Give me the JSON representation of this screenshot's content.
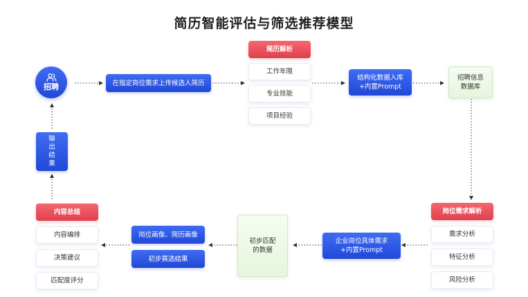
{
  "title": "简历智能评估与筛选推荐模型",
  "colors": {
    "blue": "#2f5be8",
    "red": "#ea4f5b",
    "green_bg": "#e9f7e1",
    "connector": "#333333"
  },
  "recruit": {
    "label": "招聘",
    "icon": "users-icon"
  },
  "upload": "在指定岗位需求上传候选人简历",
  "resume_parse": {
    "header": "简历解析",
    "items": [
      "工作年限",
      "专业技能",
      "项目经验"
    ]
  },
  "structured_storage": {
    "line1": "结构化数据入库",
    "line2": "+内置Prompt"
  },
  "recruit_db": {
    "line1": "招聘信息",
    "line2": "数据库"
  },
  "output_result": [
    "输",
    "出",
    "结",
    "果"
  ],
  "job_parse": {
    "header": "岗位需求解析",
    "items": [
      "需求分析",
      "特征分析",
      "风险分析"
    ]
  },
  "enterprise_requirement": {
    "line1": "企业岗位具体需求",
    "line2": "+内置Prompt"
  },
  "initial_match": {
    "line1": "初步匹配",
    "line2": "的数据"
  },
  "profiles": "岗位画像、简历画像",
  "initial_screen_result": "初步赛选结果",
  "content_summary": {
    "header": "内容总结",
    "items": [
      "内容编排",
      "决策建议",
      "匹配度评分"
    ]
  }
}
